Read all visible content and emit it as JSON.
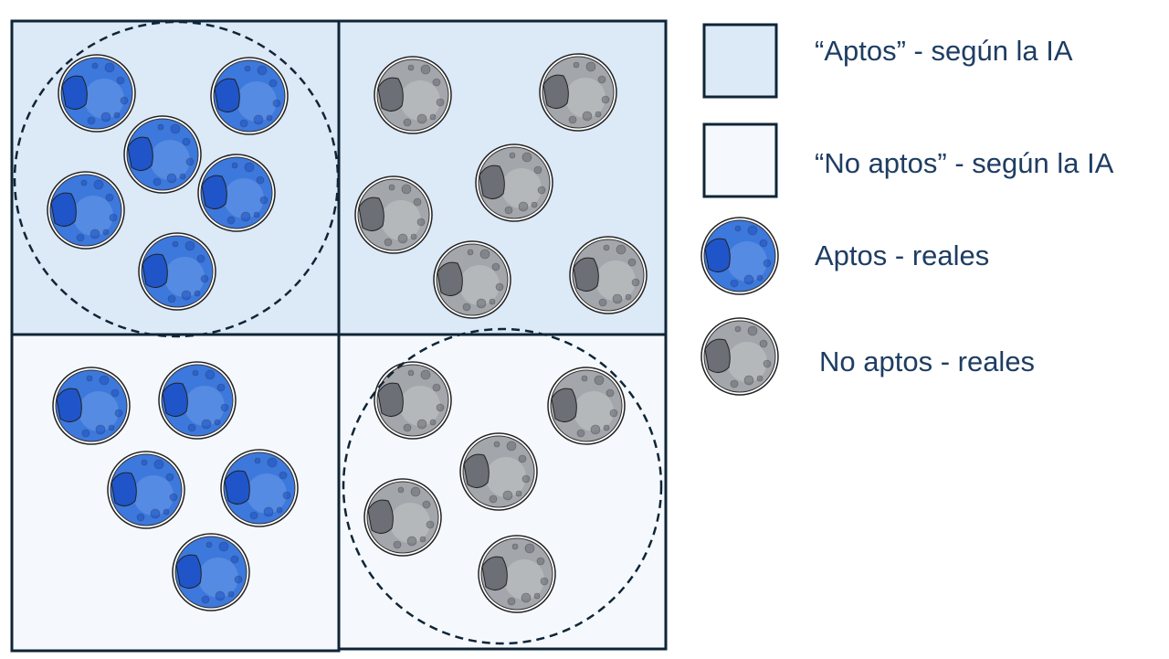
{
  "colors": {
    "predicted_apt_fill": "#dce9f6",
    "predicted_not_apt_fill": "#f5f9fd",
    "border": "#0f2537",
    "apt_moon": "#3d78dc",
    "not_apt_moon": "#a3a6ab",
    "text": "#1e3d63"
  },
  "quadrants": [
    {
      "name": "top-left",
      "prediction": "apt",
      "moons": [
        "apt",
        "apt",
        "apt",
        "apt",
        "apt",
        "apt"
      ],
      "dashed_circle": true
    },
    {
      "name": "top-right",
      "prediction": "apt",
      "moons": [
        "not_apt",
        "not_apt",
        "not_apt",
        "not_apt",
        "not_apt",
        "not_apt"
      ],
      "dashed_circle": false
    },
    {
      "name": "bottom-left",
      "prediction": "not_apt",
      "moons": [
        "apt",
        "apt",
        "apt",
        "apt",
        "apt"
      ],
      "dashed_circle": false
    },
    {
      "name": "bottom-right",
      "prediction": "not_apt",
      "moons": [
        "not_apt",
        "not_apt",
        "not_apt",
        "not_apt",
        "not_apt"
      ],
      "dashed_circle": true
    }
  ],
  "legend": {
    "predicted_apt": "“Aptos” - según la IA",
    "predicted_not_apt": "“No aptos” - según la IA",
    "real_apt": "Aptos - reales",
    "real_not_apt": "No aptos - reales"
  }
}
